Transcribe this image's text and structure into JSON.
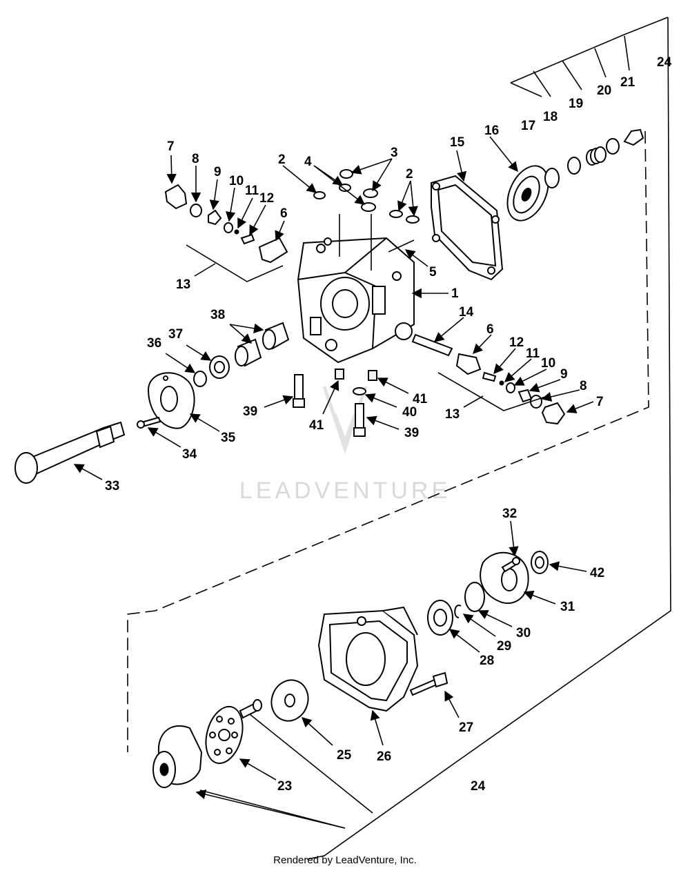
{
  "watermark": {
    "text": "LEADVENTURE"
  },
  "footer": {
    "text": "Rendered by LeadVenture, Inc."
  },
  "callouts": {
    "c1": "1",
    "c2a": "2",
    "c2b": "2",
    "c3": "3",
    "c4": "4",
    "c5": "5",
    "c6a": "6",
    "c6b": "6",
    "c7a": "7",
    "c7b": "7",
    "c8a": "8",
    "c8b": "8",
    "c9a": "9",
    "c9b": "9",
    "c10a": "10",
    "c10b": "10",
    "c11a": "11",
    "c11b": "11",
    "c12a": "12",
    "c12b": "12",
    "c13a": "13",
    "c13b": "13",
    "c14": "14",
    "c15": "15",
    "c16": "16",
    "c17": "17",
    "c18": "18",
    "c19": "19",
    "c20": "20",
    "c21": "21",
    "c23": "23",
    "c24a": "24",
    "c24b": "24",
    "c25": "25",
    "c26": "26",
    "c27": "27",
    "c28": "28",
    "c29": "29",
    "c30": "30",
    "c31": "31",
    "c32": "32",
    "c33": "33",
    "c34": "34",
    "c35": "35",
    "c36": "36",
    "c37": "37",
    "c38": "38",
    "c39a": "39",
    "c39b": "39",
    "c40": "40",
    "c41a": "41",
    "c41b": "41",
    "c42": "42"
  }
}
